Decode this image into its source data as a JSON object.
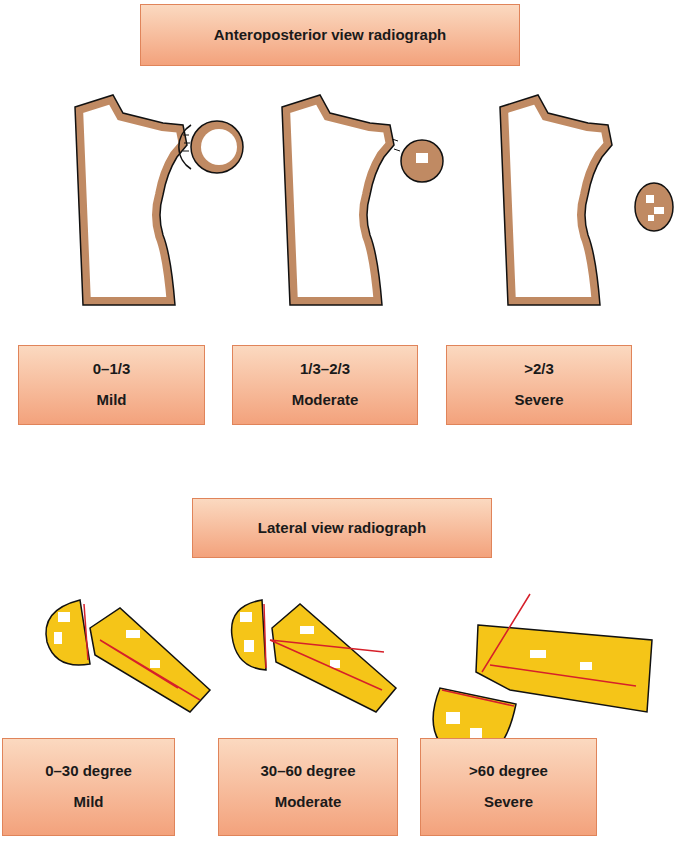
{
  "diagram": {
    "nodes": [
      {
        "text": [
          "Anteroposterior view radiograph"
        ]
      },
      {
        "text": [
          "0–1/3",
          "Mild"
        ]
      },
      {
        "text": [
          "1/3–2/3",
          "Moderate"
        ]
      },
      {
        "text": [
          ">2/3",
          "Severe"
        ]
      },
      {
        "text": [
          "Lateral view radiograph"
        ]
      },
      {
        "text": [
          "0–30 degree",
          "Mild"
        ]
      },
      {
        "text": [
          "30–60 degree",
          "Moderate"
        ]
      },
      {
        "text": [
          ">60 degree",
          "Severe"
        ]
      }
    ]
  }
}
